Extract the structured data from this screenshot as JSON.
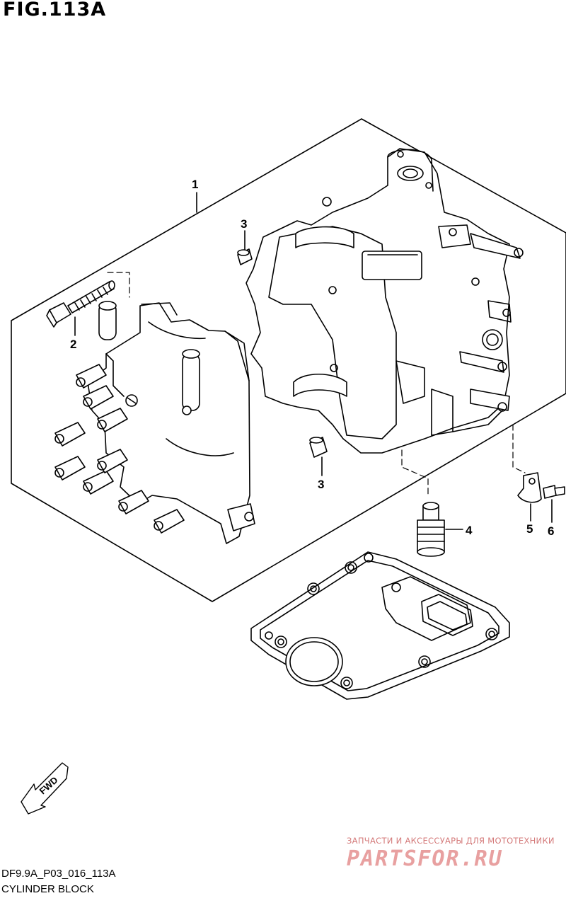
{
  "figure": {
    "title": "FIG.113A"
  },
  "footer": {
    "code": "DF9.9A_P03_016_113A",
    "name": "CYLINDER BLOCK"
  },
  "watermark": {
    "line1": "ЗАПЧАСТИ И АКСЕССУАРЫ ДЛЯ МОТОТЕХНИКИ",
    "line2": "PARTSFOR.RU"
  },
  "direction_arrow": {
    "label": "FWD"
  },
  "callouts": [
    {
      "id": "1",
      "label": "1"
    },
    {
      "id": "2",
      "label": "2"
    },
    {
      "id": "3a",
      "label": "3"
    },
    {
      "id": "3b",
      "label": "3"
    },
    {
      "id": "4",
      "label": "4"
    },
    {
      "id": "5",
      "label": "5"
    },
    {
      "id": "6",
      "label": "6"
    }
  ]
}
